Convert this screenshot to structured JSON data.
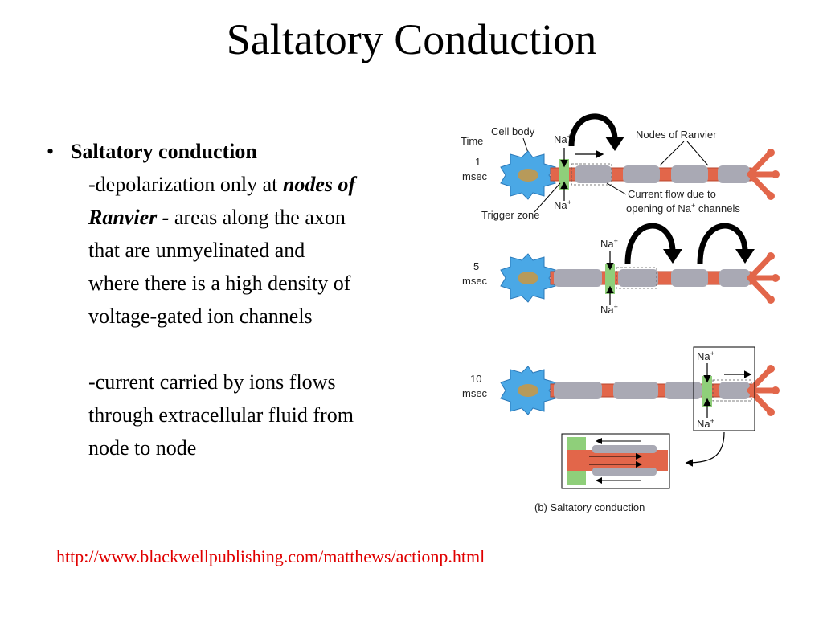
{
  "slide": {
    "title": "Saltatory Conduction",
    "bullet": {
      "term": "Saltatory conduction",
      "line1_pre": "-depolarization only at ",
      "line1_em": "nodes of",
      "line2_em": "Ranvier -",
      "line2_post": " areas along the axon",
      "line3": "that are unmyelinated and",
      "line4": "where there is a high density of",
      "line5": "voltage-gated ion channels",
      "line6": "-current carried by ions flows",
      "line7": "through extracellular fluid from",
      "line8": "node to node"
    },
    "url": "http://www.blackwellpublishing.com/matthews/actionp.html"
  },
  "figure": {
    "time_label": "Time",
    "cell_body_label": "Cell body",
    "nodes_label": "Nodes of Ranvier",
    "current_flow_line1": "Current flow due to",
    "current_flow_line2_pre": "opening of Na",
    "current_flow_line2_post": " channels",
    "trigger_zone_label": "Trigger zone",
    "na_label": "Na",
    "plus": "+",
    "t1_value": "1",
    "t5_value": "5",
    "t10_value": "10",
    "msec": "msec",
    "caption": "(b) Saltatory conduction"
  },
  "colors": {
    "axon": "#e2664a",
    "myelin": "#a9a9b4",
    "node": "#8fcf7a",
    "cell_body": "#4aa8e6",
    "nucleus": "#b79a5a",
    "url": "#e00000"
  }
}
